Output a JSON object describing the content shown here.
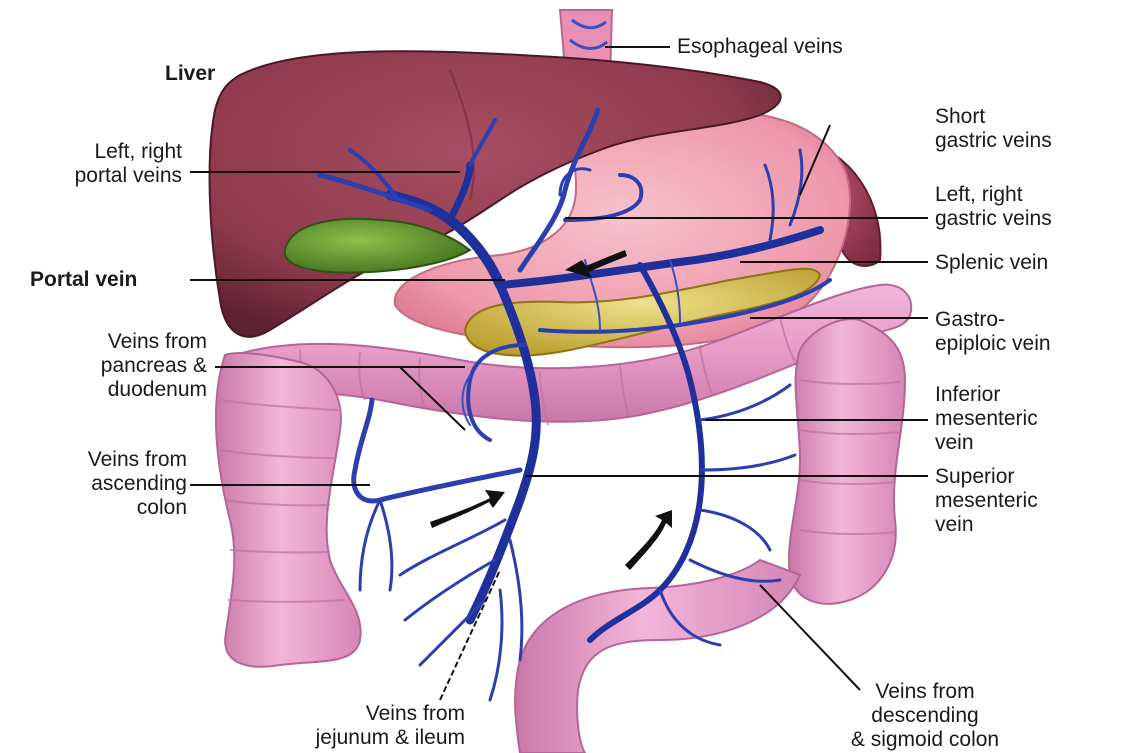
{
  "labels": {
    "esophageal_veins": "Esophageal veins",
    "liver": "Liver",
    "left_right_portal_veins": [
      "Left, right",
      "portal veins"
    ],
    "short_gastric_veins": [
      "Short",
      "gastric veins"
    ],
    "left_right_gastric_veins": [
      "Left, right",
      "gastric veins"
    ],
    "portal_vein": "Portal vein",
    "splenic_vein": "Splenic vein",
    "gastro_epiploic_vein": [
      "Gastro-",
      "epiploic vein"
    ],
    "veins_pancreas_duodenum": [
      "Veins from",
      "pancreas &",
      "duodenum"
    ],
    "inferior_mesenteric_vein": [
      "Inferior",
      "mesenteric",
      "vein"
    ],
    "veins_ascending_colon": [
      "Veins from",
      "ascending",
      "colon"
    ],
    "superior_mesenteric_vein": [
      "Superior",
      "mesenteric",
      "vein"
    ],
    "veins_jejunum_ileum": [
      "Veins from",
      "jejunum & ileum"
    ],
    "veins_descending_sigmoid": [
      "Veins from",
      "descending",
      "& sigmoid colon"
    ]
  },
  "colors": {
    "liver": "#8e3a4c",
    "stomach": "#f0a0b0",
    "colon": "#e79ac6",
    "gallbladder": "#4f8a2a",
    "pancreas": "#d9c24a",
    "vein": "#2b3fb0",
    "leader_line": "#111111"
  }
}
